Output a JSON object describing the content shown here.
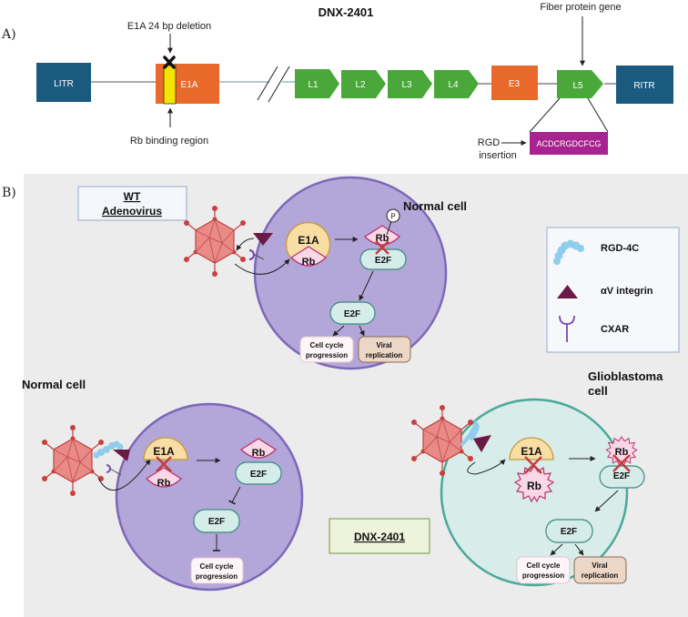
{
  "panel_a": {
    "label": "A)",
    "title": "DNX-2401",
    "annotations": {
      "deletion": "E1A 24 bp deletion",
      "rb_binding": "Rb binding region",
      "fiber": "Fiber protein gene",
      "rgd_line1": "RGD",
      "rgd_line2": "insertion"
    },
    "genes": {
      "litr": "LITR",
      "e1a": "E1A",
      "l1": "L1",
      "l2": "L2",
      "l3": "L3",
      "l4": "L4",
      "e3": "E3",
      "l5": "L5",
      "ritr": "RITR",
      "rgd_seq": "ACDCRGDCFCG"
    },
    "colors": {
      "itr": "#1a5a7e",
      "early": "#e8692a",
      "late": "#4aa83a",
      "rgd": "#a8238f",
      "rb_region": "#f5e400"
    }
  },
  "panel_b": {
    "label": "B)",
    "wt_box": {
      "line1": "WT",
      "line2": "Adenovirus"
    },
    "dnx_box": "DNX-2401",
    "cell1": {
      "title": "Normal cell",
      "e1a": "E1A",
      "rb": "Rb",
      "rb2": "Rb",
      "p": "P",
      "e2f_bound": "E2F",
      "e2f_free": "E2F",
      "out1_l1": "Cell cycle",
      "out1_l2": "progression",
      "out2_l1": "Viral",
      "out2_l2": "replication"
    },
    "cell2": {
      "title": "Normal cell",
      "e1a": "E1A",
      "rb": "Rb",
      "rb2": "Rb",
      "e2f_bound": "E2F",
      "e2f_free": "E2F",
      "out1_l1": "Cell cycle",
      "out1_l2": "progression"
    },
    "cell3": {
      "title_l1": "Glioblastoma",
      "title_l2": "cell",
      "e1a": "E1A",
      "rb": "Rb",
      "rb2": "Rb",
      "e2f_bound": "E2F",
      "e2f_free": "E2F",
      "out1_l1": "Cell cycle",
      "out1_l2": "progression",
      "out2_l1": "Viral",
      "out2_l2": "replication"
    },
    "legend": {
      "items": [
        {
          "icon": "rgd-4c-peptide-icon",
          "label": "RGD-4C"
        },
        {
          "icon": "av-integrin-icon",
          "label": "αV integrin"
        },
        {
          "icon": "cxar-receptor-icon",
          "label": "CXAR"
        }
      ]
    }
  }
}
